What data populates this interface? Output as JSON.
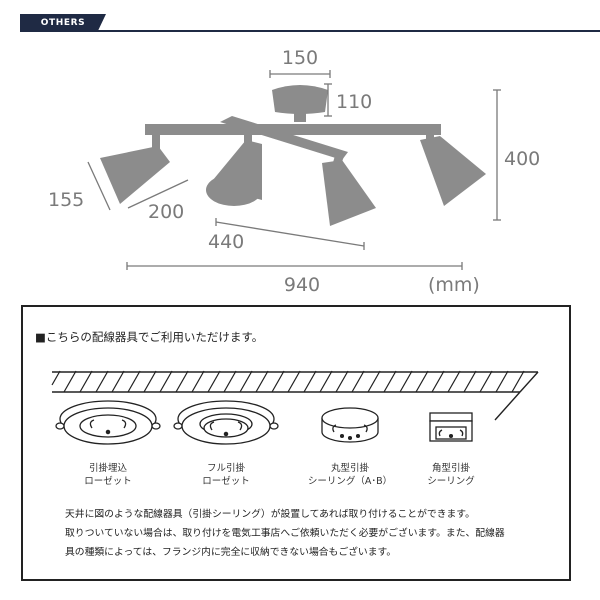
{
  "header": {
    "tab_label": "OTHERS"
  },
  "dimensions": {
    "flange_width": "150",
    "flange_height": "110",
    "total_height": "400",
    "shade_height": "155",
    "shade_length": "200",
    "inner_span": "440",
    "total_width": "940",
    "unit": "(mm)"
  },
  "compatibility": {
    "title": "■こちらの配線器具でご利用いただけます。",
    "fixtures": [
      {
        "line1": "引掛埋込",
        "line2": "ローゼット"
      },
      {
        "line1": "フル引掛",
        "line2": "ローゼット"
      },
      {
        "line1": "丸型引掛",
        "line2": "シーリング（A･B）"
      },
      {
        "line1": "角型引掛",
        "line2": "シーリング"
      }
    ],
    "notes": [
      "天井に図のような配線器具（引掛シーリング）が設置してあれば取り付けることができます。",
      "取りついていない場合は、取り付けを電気工事店へご依頼いただく必要がございます。また、配線器",
      "具の種類によっては、フランジ内に完全に収納できない場合もございます。"
    ]
  },
  "colors": {
    "lamp": "#8c8c8c",
    "dimension": "#7a7a7a",
    "header": "#1f2a44"
  }
}
